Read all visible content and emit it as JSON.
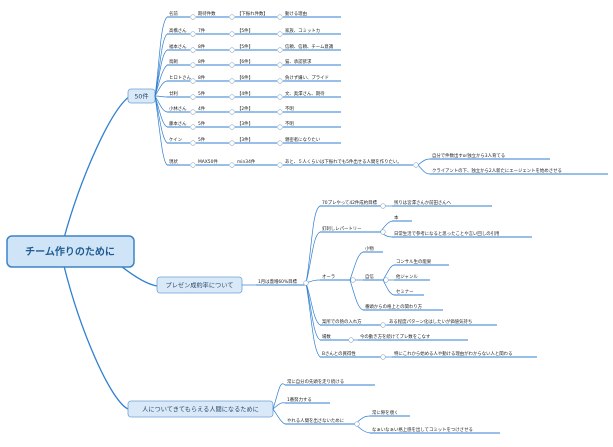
{
  "central": "チーム作りのために",
  "branches": [
    {
      "id": "b50",
      "label": "50件",
      "rows": [
        [
          "名前",
          "期待件数",
          "【下振れ件数】",
          "動ける理由"
        ],
        [
          "高橋さん",
          "7件",
          "【5件】",
          "家族、コミットカ"
        ],
        [
          "福本さん",
          "8件",
          "【5件】",
          "信頼、信頼、チーム意識"
        ],
        [
          "鳥飼",
          "8件",
          "【6件】",
          "猫、承認欲求"
        ],
        [
          "ヒロトさん",
          "8件",
          "【6件】",
          "負けず嫌い、プライド"
        ],
        [
          "廿利",
          "5件",
          "【4件】",
          "文、奥澤さん、期待"
        ],
        [
          "小林さん",
          "4件",
          "【2件】",
          "不明"
        ],
        [
          "藤本さん",
          "5件",
          "【3件】",
          "不明"
        ],
        [
          "ケイン",
          "5件",
          "【3件】",
          "親密者になりたい"
        ]
      ],
      "status": [
        "現状",
        "MAX50件",
        "min34件",
        "あと、５人くらいは下振れでも5件出せる人間を作りたい。"
      ],
      "status_children": [
        "自分で件数出すor独立から3人育てる",
        "クライアントの下、独立から2人新たにエージェントを始めさせる"
      ]
    },
    {
      "id": "bpres",
      "label": "プレゼン成約率について",
      "sub": "1月は蓋増60%目標",
      "items": [
        {
          "text": "70プレやって42件成約目標",
          "children": [
            "残りは宮澤さんか前田さんへ"
          ]
        },
        {
          "text": "釘刺しレパートリー",
          "children": [
            "本",
            "日常生活で参考になると思ったことや言い回しの引用"
          ]
        },
        {
          "text": "オーラ",
          "children": [
            "小物",
            "自信",
            "番頭からの格上との関わり方"
          ],
          "self_children": [
            "コンサル生の能果",
            "他ジャンル",
            "セミナー"
          ]
        },
        {
          "text": "案所での熱の入れ方",
          "children": [
            "ある程度パターン化はしたいが価値気持ち"
          ]
        },
        {
          "text": "場数",
          "children": [
            "今の動き方を続けてプレ数をこなす"
          ]
        },
        {
          "text": "Bさんとの買得性",
          "children": [
            "特にこれから始める人や動ける理由がわからない人と関わる"
          ]
        }
      ]
    },
    {
      "id": "bpeople",
      "label": "人についてきてもらえる人間になるために",
      "items": [
        {
          "text": "常に自分の先頭を走り続ける"
        },
        {
          "text": "1番努力する"
        },
        {
          "text": "やれる人間を出さないために",
          "children": [
            "常に隙を覗く",
            "なぁいなぁい格上感を出してコミットをつけさせる"
          ]
        }
      ]
    }
  ]
}
